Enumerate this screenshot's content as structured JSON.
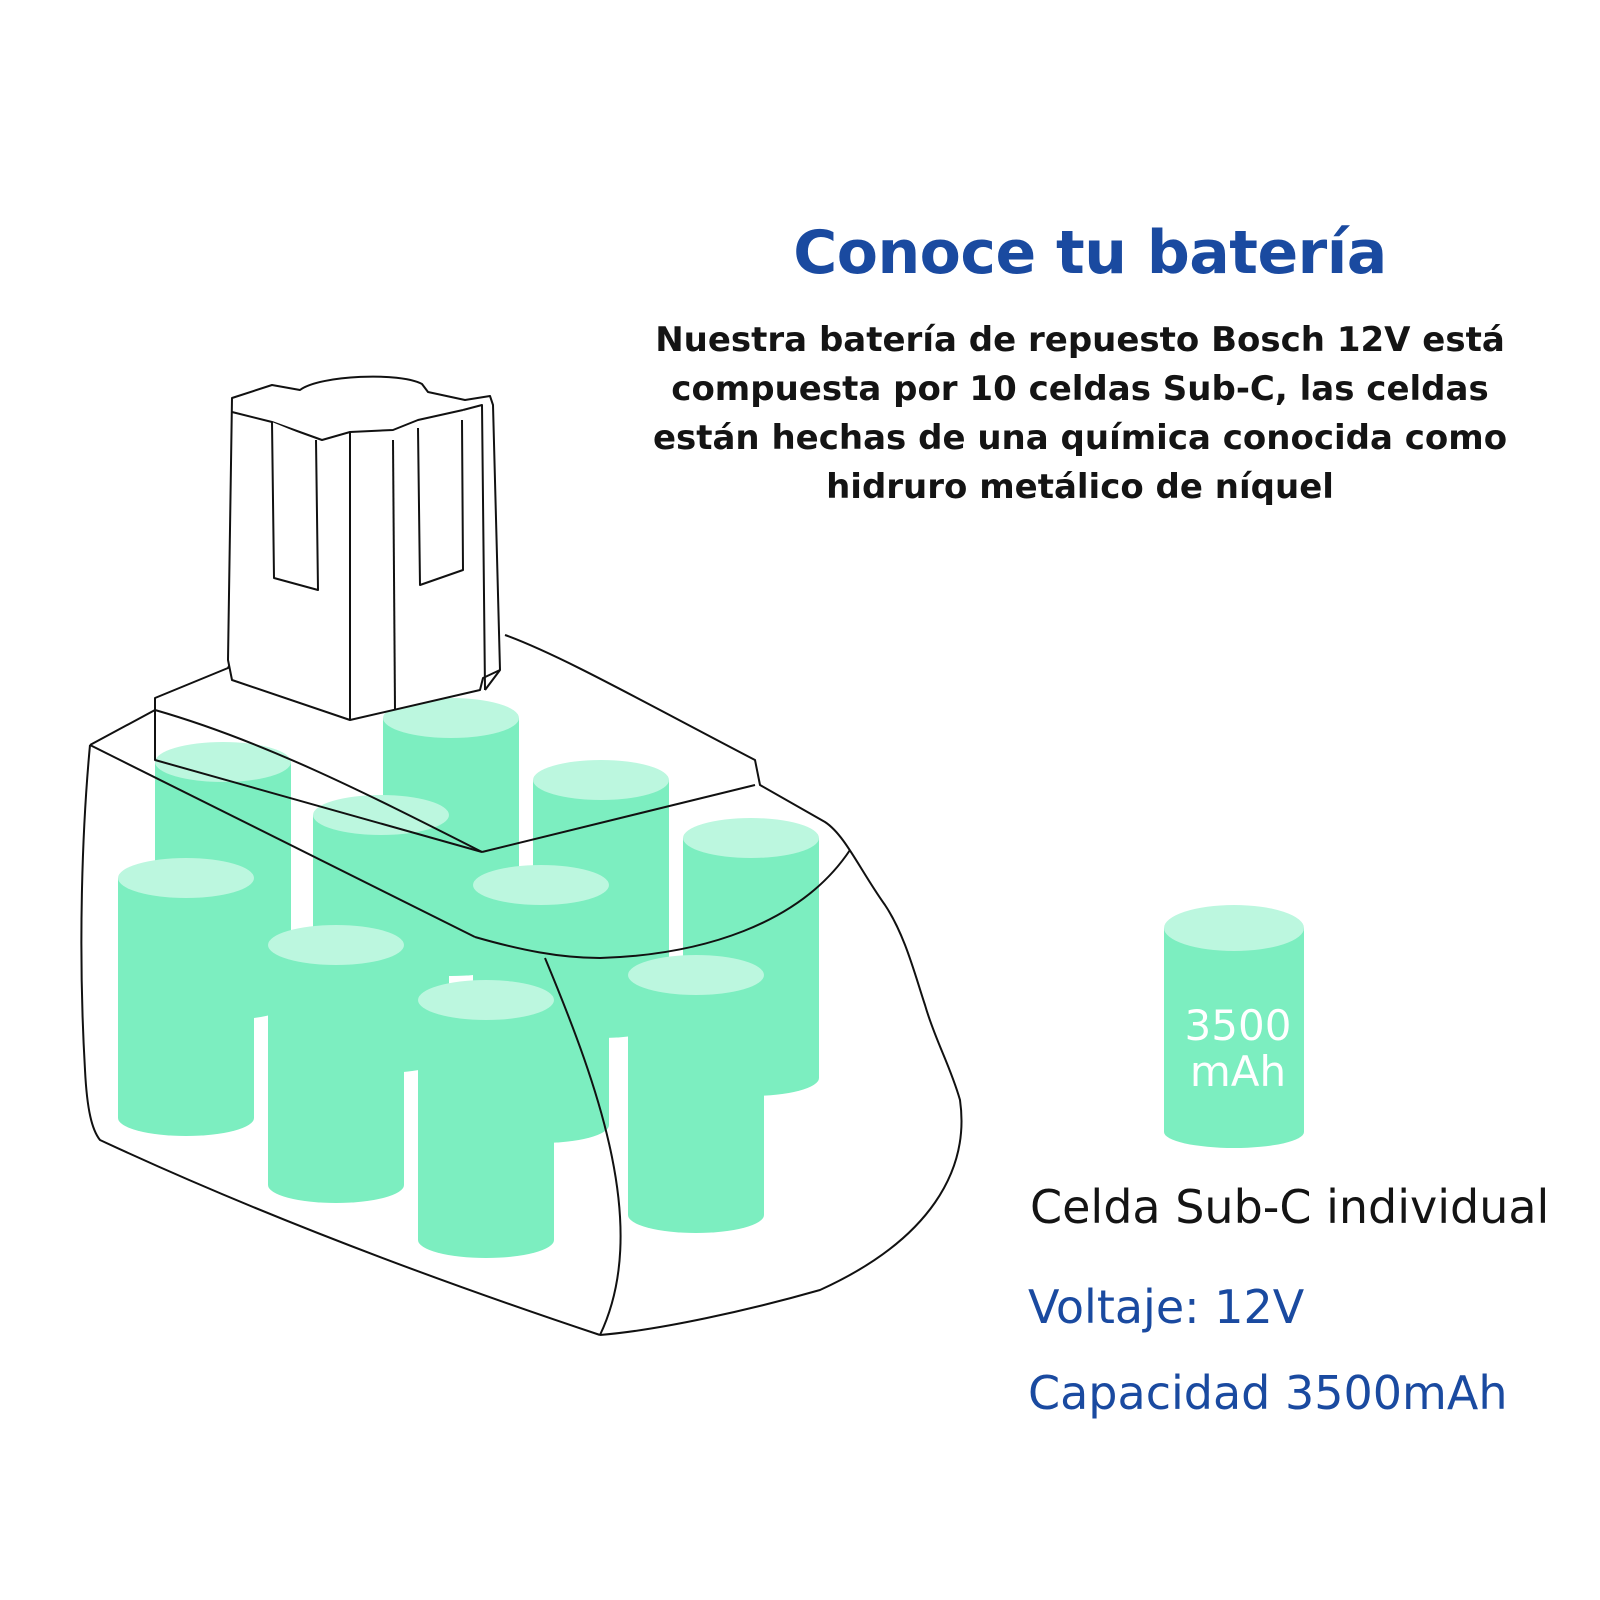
{
  "heading": {
    "title": "Conoce tu batería"
  },
  "description": {
    "lines": [
      "Nuestra batería de repuesto Bosch 12V está",
      "compuesta por 10 celdas Sub-C, las celdas",
      "están hechas de una química conocida como",
      "hidruro metálico de níquel"
    ]
  },
  "cell": {
    "capacity_value": "3500",
    "capacity_unit": "mAh",
    "label": "Celda Sub-C individual"
  },
  "specs": {
    "voltage": "Voltaje: 12V",
    "capacity": "Capacidad 3500mAh"
  },
  "colors": {
    "accent": "#1a4aa0",
    "cell_body": "#7ceec0",
    "cell_top": "#bcf7df",
    "outline": "#111111"
  },
  "icons": [
    "battery-pack-illustration",
    "sub-c-cell-icon"
  ]
}
